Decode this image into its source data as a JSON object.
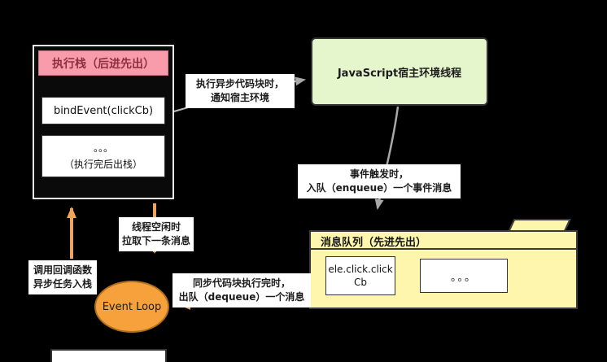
{
  "colors": {
    "canvas-bg": "#000000",
    "stack-border": "#ededed",
    "stack-header-pink": "#f89cab",
    "stack-title-text": "#8d2f3e",
    "box-border": "#333333",
    "host-green": "#e5f6cd",
    "queue-yellow": "#fdf6ac",
    "loop-orange": "#f7a13d",
    "arrow-orange": "#f0a35f",
    "connector-gray": "#a8a8a8",
    "label-bg": "#ffffff",
    "text-dark": "#1c1c1c"
  },
  "stack": {
    "title": "执行栈（后进先出）",
    "frame_bindevent": "bindEvent(clickCb)",
    "frame_ellipsis_line1": "。。。",
    "frame_ellipsis_line2": "（执行完后出栈）"
  },
  "host_thread": {
    "label": "JavaScript宿主环境线程"
  },
  "message_queue": {
    "title": "消息队列（先进先出）",
    "item_callback": "ele.click.clickCb",
    "item_ellipsis": "。。。"
  },
  "event_loop": {
    "label": "Event Loop"
  },
  "annotations": {
    "notify_host": {
      "line1": "执行异步代码块时，",
      "line2": "通知宿主环境"
    },
    "enqueue": {
      "line1": "事件触发时，",
      "line2": "入队（enqueue）一个事件消息"
    },
    "idle_pull": {
      "line1": "线程空闲时",
      "line2": "拉取下一条消息"
    },
    "push_callback": {
      "line1": "调用回调函数",
      "line2": "异步任务入栈"
    },
    "dequeue": {
      "line1": "同步代码块执行完时，",
      "line2": "出队（dequeue）一个消息"
    }
  }
}
